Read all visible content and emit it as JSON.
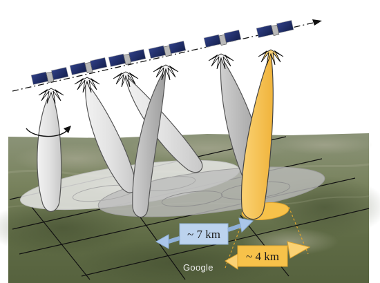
{
  "colors": {
    "beam_gray": "#d9d9d9",
    "beam_dark": "#9a9a9a",
    "beam_highlight": "#f7c24a",
    "label_blue": "#bcd3ee",
    "label_orange": "#f7c24a",
    "terrain": "#6f7a56"
  },
  "labels": {
    "swath_spacing": "~ 7 km",
    "footprint_width": "~ 4 km",
    "watermark": "Google"
  },
  "icons": {
    "satellite": "satellite-icon",
    "orbit_direction": "arrow-right-icon",
    "rotation": "curved-arrow-icon"
  }
}
